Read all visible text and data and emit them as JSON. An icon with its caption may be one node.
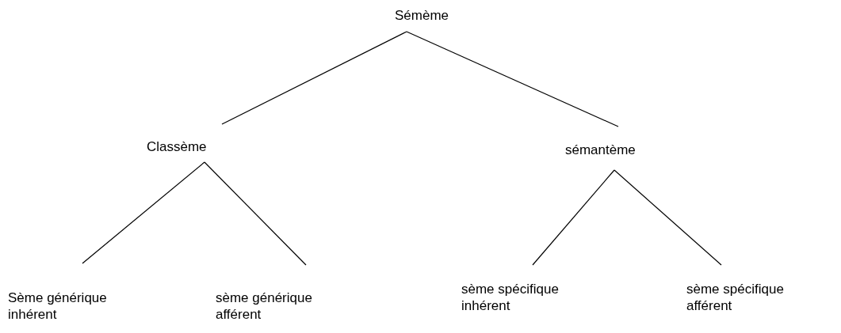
{
  "diagram": {
    "nodes": [
      {
        "text": [
          "Sémème"
        ]
      },
      {
        "text": [
          "Classème"
        ]
      },
      {
        "text": [
          "sémantème"
        ]
      },
      {
        "text": [
          "Sème générique inhérent"
        ]
      },
      {
        "text": [
          "sème générique afférent"
        ]
      },
      {
        "text": [
          "sème spécifique inhérent"
        ]
      },
      {
        "text": [
          "sème spécifique afférent"
        ]
      }
    ],
    "edges": [
      {
        "from": 0,
        "to": 1,
        "arrow": "none"
      },
      {
        "from": 0,
        "to": 2,
        "arrow": "none"
      },
      {
        "from": 1,
        "to": 3,
        "arrow": "none"
      },
      {
        "from": 1,
        "to": 4,
        "arrow": "none"
      },
      {
        "from": 2,
        "to": 5,
        "arrow": "none"
      },
      {
        "from": 2,
        "to": 6,
        "arrow": "none"
      }
    ]
  }
}
